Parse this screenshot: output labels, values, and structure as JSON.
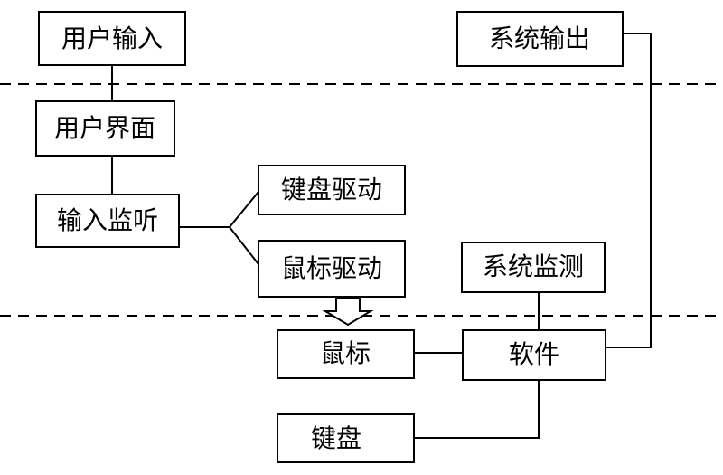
{
  "boxes": {
    "user_input": "用户输入",
    "user_interface": "用户界面",
    "input_listener": "输入监听",
    "keyboard_driver": "键盘驱动",
    "mouse_driver": "鼠标驱动",
    "system_output": "系统输出",
    "system_monitor": "系统监测",
    "mouse": "鼠标",
    "software": "软件",
    "keyboard": "键盘"
  }
}
